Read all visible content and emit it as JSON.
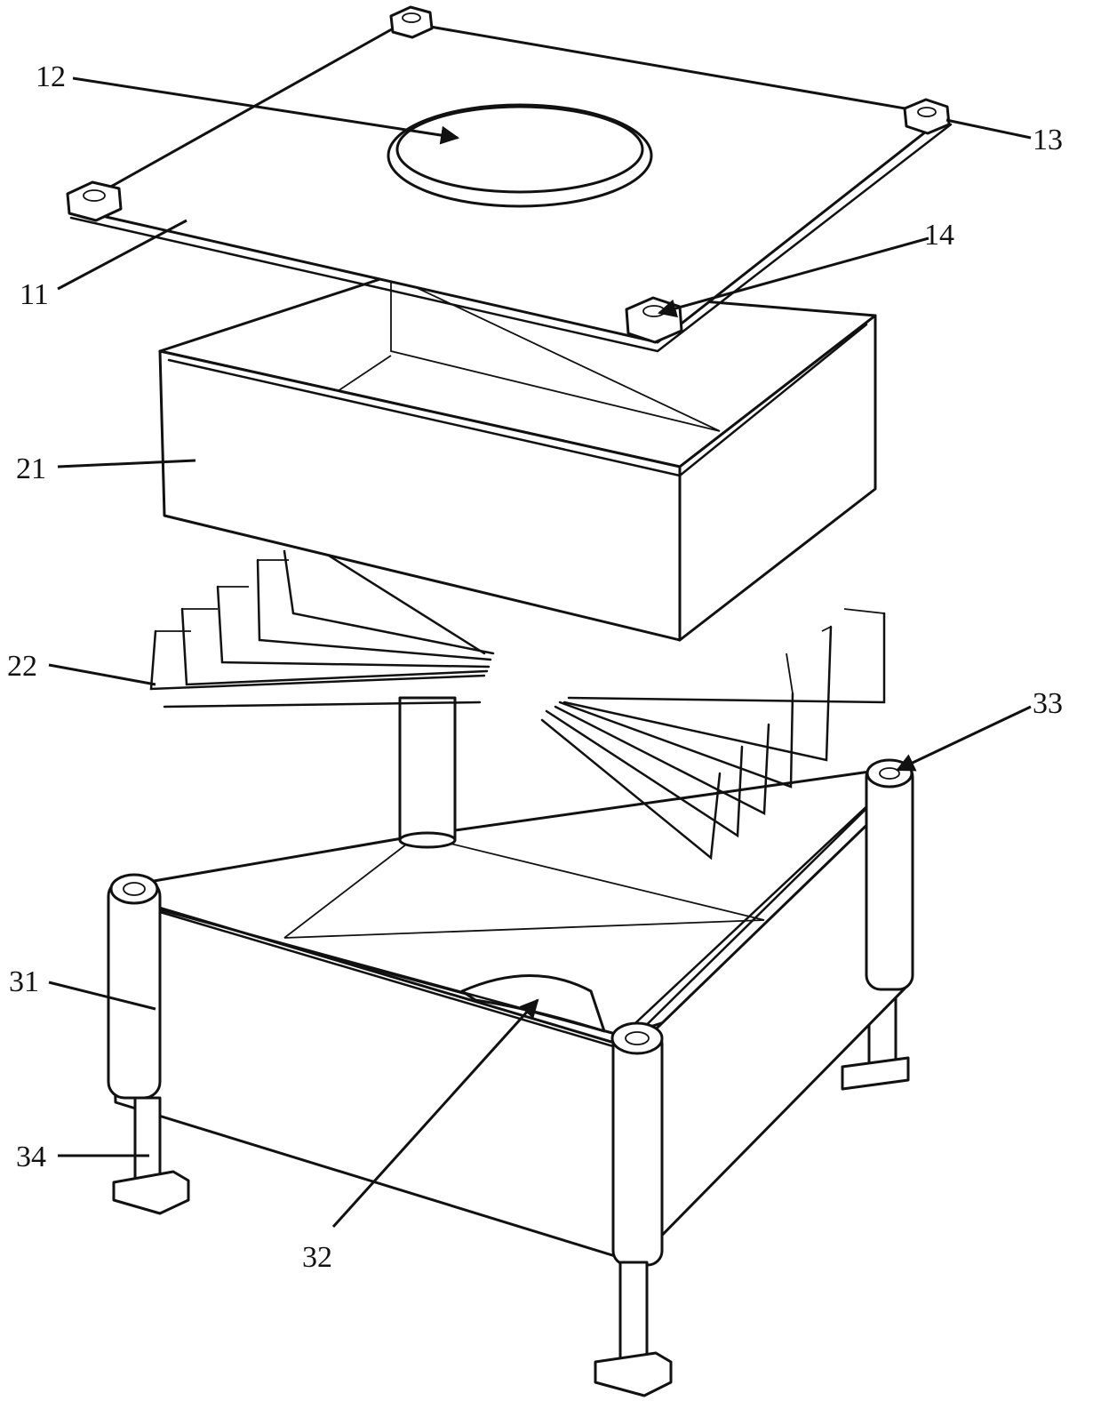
{
  "figure": {
    "labels": {
      "cover_plate": "11",
      "ring": "12",
      "nut_corner": "13",
      "nut_front": "14",
      "upper_box": "21",
      "pins": "22",
      "base_box": "31",
      "base_opening": "32",
      "base_corner_post": "33",
      "leg": "34"
    }
  }
}
